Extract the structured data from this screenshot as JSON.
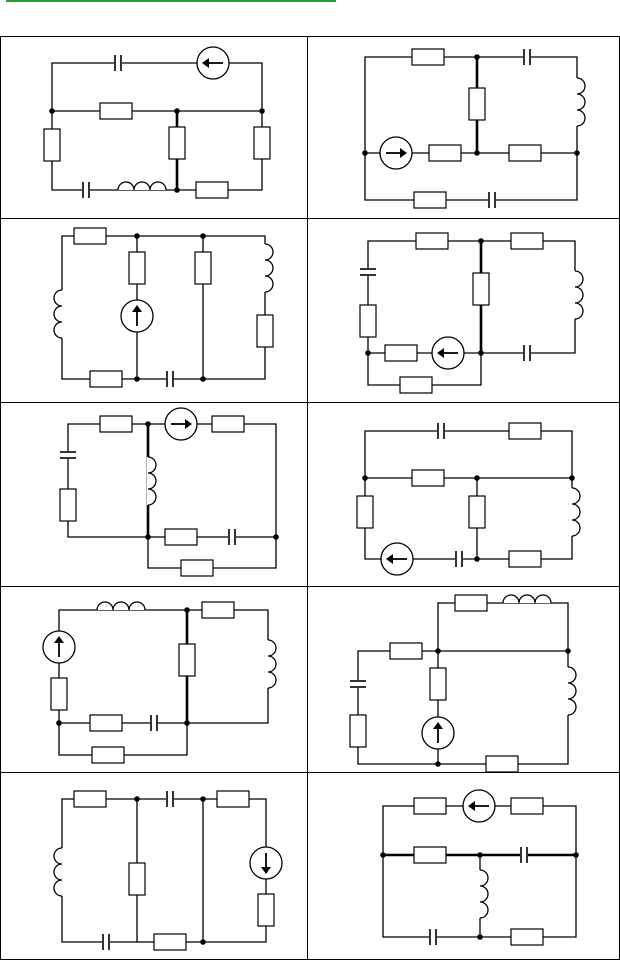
{
  "page": {
    "accent_rule_color": "#22a033"
  },
  "grid": {
    "rows": 5,
    "columns": 2,
    "cells": 10,
    "border_color": "#000000"
  },
  "symbols": [
    "resistor",
    "capacitor",
    "inductor",
    "current-source",
    "junction-node"
  ]
}
